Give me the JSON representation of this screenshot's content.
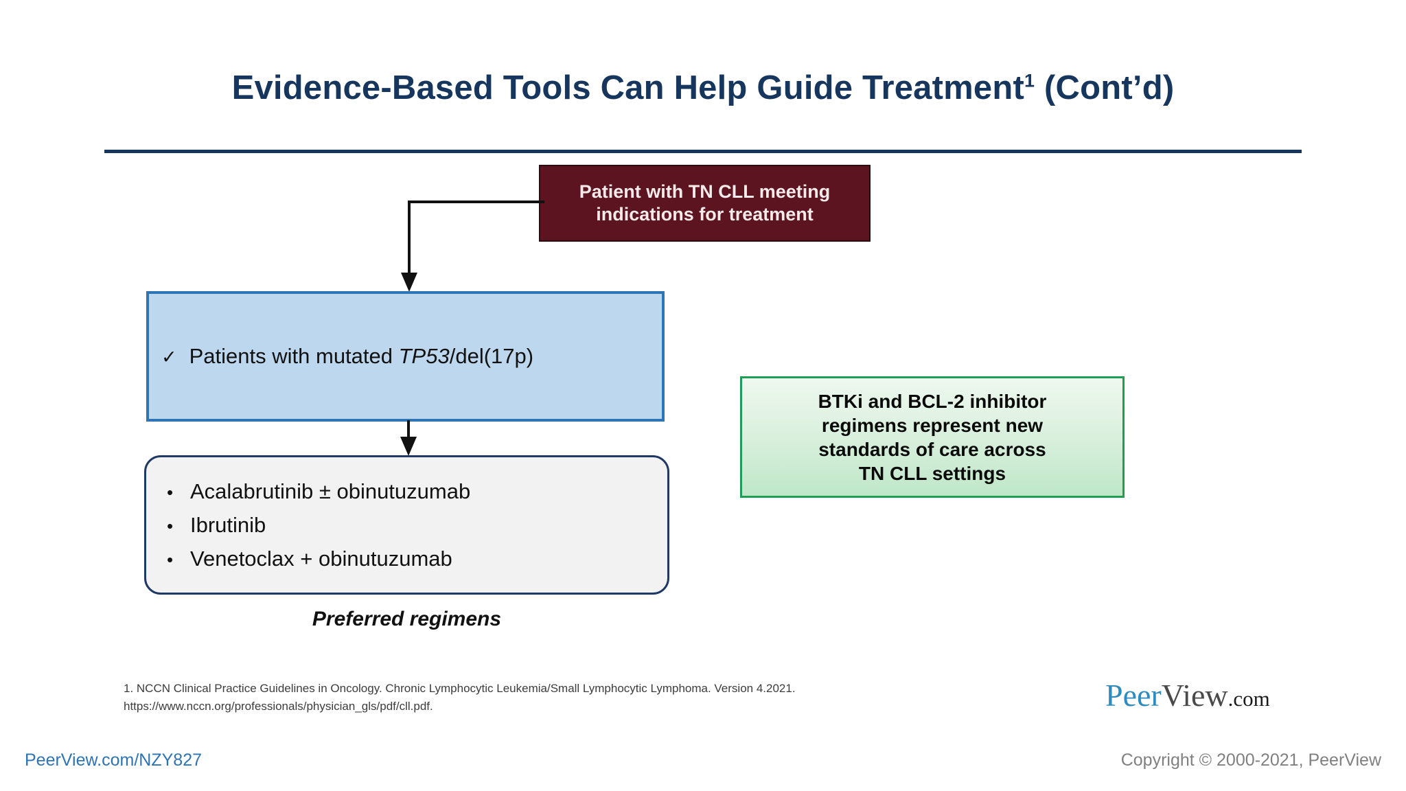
{
  "slide": {
    "title_main": "Evidence-Based Tools Can Help Guide Treatment",
    "title_superscript": "1",
    "title_suffix": " (Cont’d)",
    "accent_color": "#17365D"
  },
  "flowchart": {
    "start_node": {
      "line1": "Patient with TN CLL meeting",
      "line2": "indications for treatment",
      "fill_color": "#5B1420",
      "text_color": "#F7EAEA"
    },
    "criteria_node": {
      "check_icon": "✓",
      "text_before": "Patients with mutated ",
      "gene": "TP53",
      "text_after": "/del(17p)",
      "fill_color": "#BDD7EE",
      "border_color": "#2E75B6"
    },
    "regimens_node": {
      "bullet_icon": "•",
      "items": [
        "Acalabrutinib ± obinutuzumab",
        "Ibrutinib",
        "Venetoclax + obinutuzumab"
      ],
      "caption": "Preferred regimens",
      "fill_color": "#F2F2F2",
      "border_color": "#1F3864"
    }
  },
  "callout": {
    "line1": "BTKi and BCL-2 inhibitor",
    "line2": "regimens represent new",
    "line3": "standards of care across",
    "line4": "TN CLL settings",
    "border_color": "#1E9E54"
  },
  "citation": {
    "line1": "1. NCCN Clinical Practice Guidelines in Oncology. Chronic Lymphocytic Leukemia/Small Lymphocytic Lymphoma. Version 4.2021.",
    "line2": "https://www.nccn.org/professionals/physician_gls/pdf/cll.pdf."
  },
  "branding": {
    "logo_peer": "Peer",
    "logo_view": "View",
    "logo_dotcom": ".com"
  },
  "footer": {
    "url": "PeerView.com/NZY827",
    "copyright": "Copyright © 2000-2021, PeerView"
  }
}
